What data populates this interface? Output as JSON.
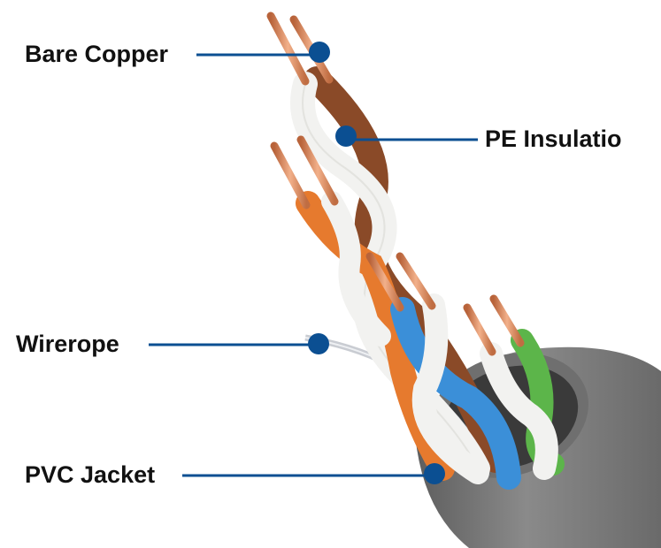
{
  "labels": {
    "bare_copper": "Bare Copper",
    "pe_insulation": "PE Insulatio",
    "wirerope": "Wirerope",
    "pvc_jacket": "PVC Jacket"
  },
  "colors": {
    "leader": "#0b4f92",
    "jacket": "#7c7c7c",
    "copper": "#d9875a",
    "brown": "#8a4a28",
    "orange": "#e67a2e",
    "blue": "#3b8fd8",
    "green": "#5cb54a",
    "white_wire": "#f2f2f0"
  }
}
